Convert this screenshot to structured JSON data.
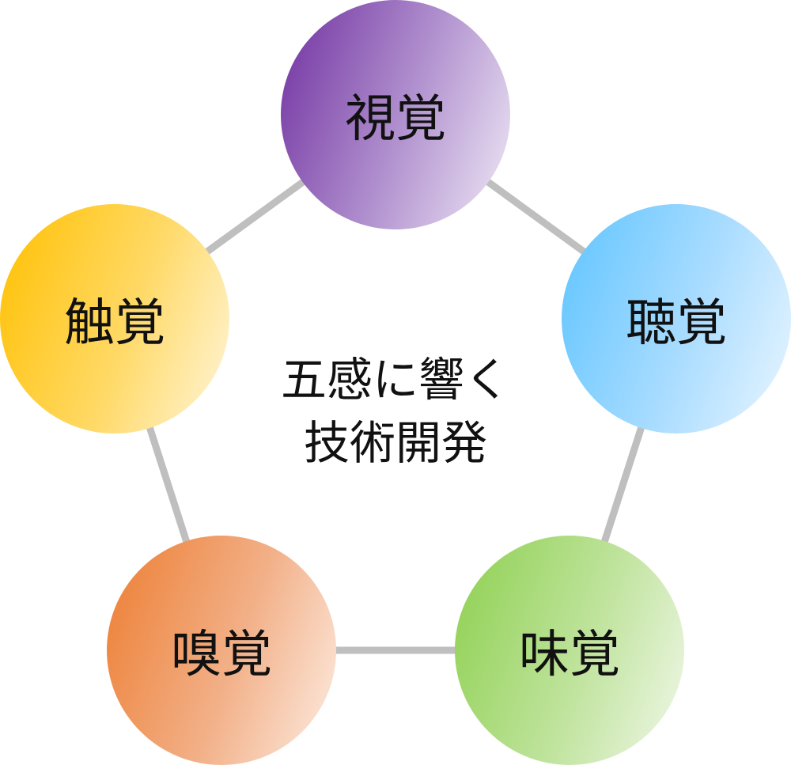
{
  "center": {
    "line1": "五感に響く",
    "line2": "技術開発"
  },
  "senses": [
    {
      "label": "視覚",
      "color": "#7030a0"
    },
    {
      "label": "聴覚",
      "color": "#5ec4ff"
    },
    {
      "label": "味覚",
      "color": "#8dd04f"
    },
    {
      "label": "嗅覚",
      "color": "#ed7d31"
    },
    {
      "label": "触覚",
      "color": "#ffc000"
    }
  ]
}
